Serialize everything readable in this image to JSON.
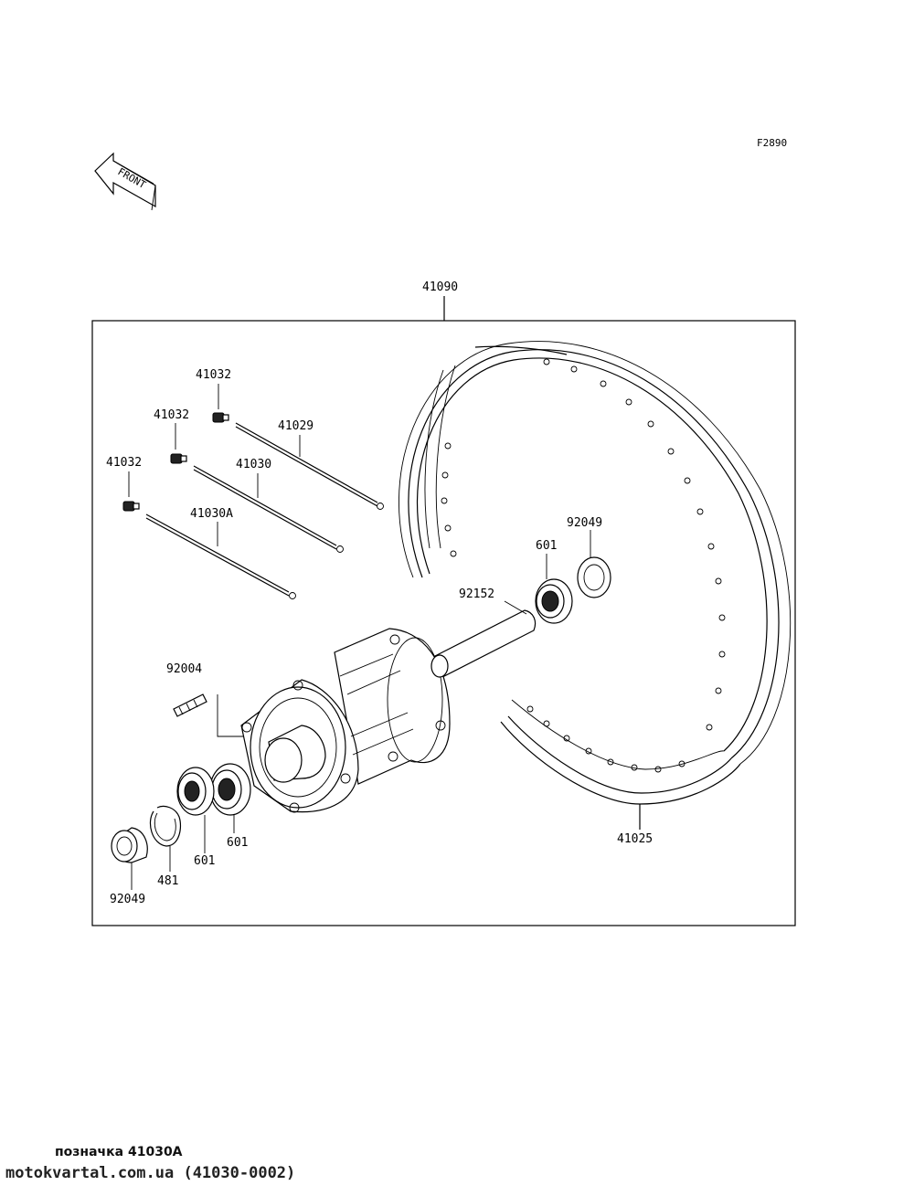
{
  "diagram": {
    "code": "F2890",
    "front_label": "FRONT",
    "assembly_label": "41090",
    "parts": {
      "spoke_nipple_1": "41032",
      "spoke_nipple_2": "41032",
      "spoke_nipple_3": "41032",
      "spoke_long": "41029",
      "spoke_mid": "41030",
      "spoke_short": "41030A",
      "rim": "41025",
      "collar": "92152",
      "bearing_right": "601",
      "seal_right": "92049",
      "valve": "92004",
      "bearing_left_outer": "601",
      "bearing_left_inner": "601",
      "circlip": "481",
      "seal_left": "92049"
    }
  },
  "caption": "позначка 41030A",
  "watermark": "motokvartal.com.ua (41030-0002)"
}
